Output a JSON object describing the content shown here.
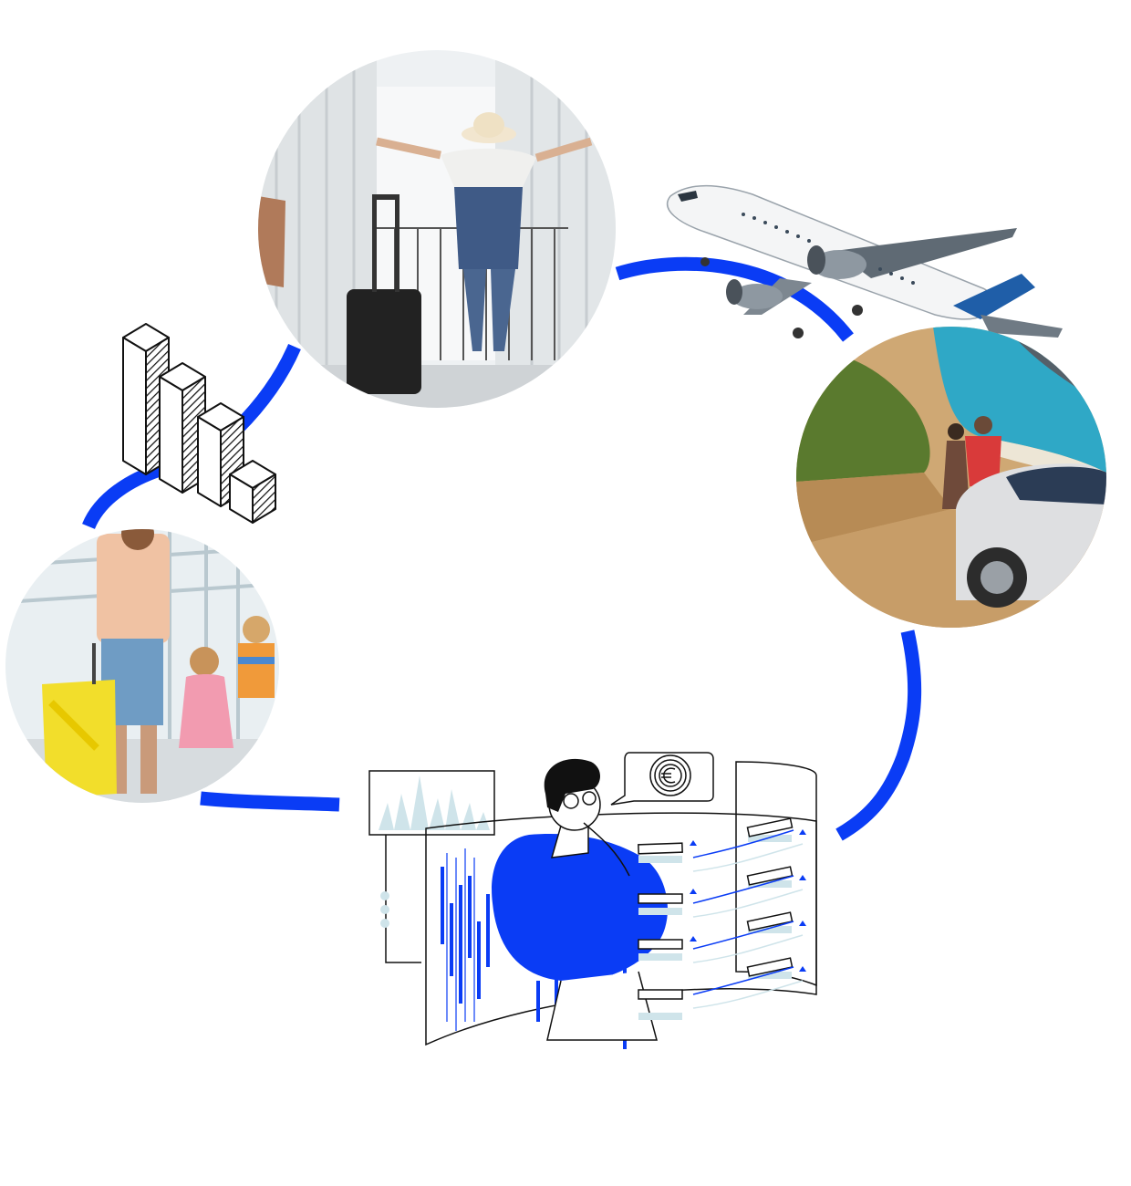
{
  "scene": {
    "accent_color": "#0a3cf5",
    "light_accent_color": "#cfe4ea",
    "ink_color": "#111111",
    "background_color": "#ffffff",
    "connector_style": "thick-curved-path",
    "nodes": [
      {
        "id": "hotel-balcony",
        "kind": "photo",
        "subject": "woman-with-suitcase-opening-curtains-icon"
      },
      {
        "id": "airplane",
        "kind": "cutout",
        "subject": "airplane-icon"
      },
      {
        "id": "coast-car",
        "kind": "photo",
        "subject": "couple-by-car-at-coast-icon"
      },
      {
        "id": "analyst",
        "kind": "illustration",
        "subject": "analyst-with-charts-icon"
      },
      {
        "id": "airport-family",
        "kind": "photo",
        "subject": "family-with-suitcase-at-airport-icon"
      },
      {
        "id": "bar-chart",
        "kind": "illustration",
        "subject": "hatched-3d-bar-chart-icon"
      }
    ],
    "currency_bubble_icon": "euro-coin-icon"
  }
}
